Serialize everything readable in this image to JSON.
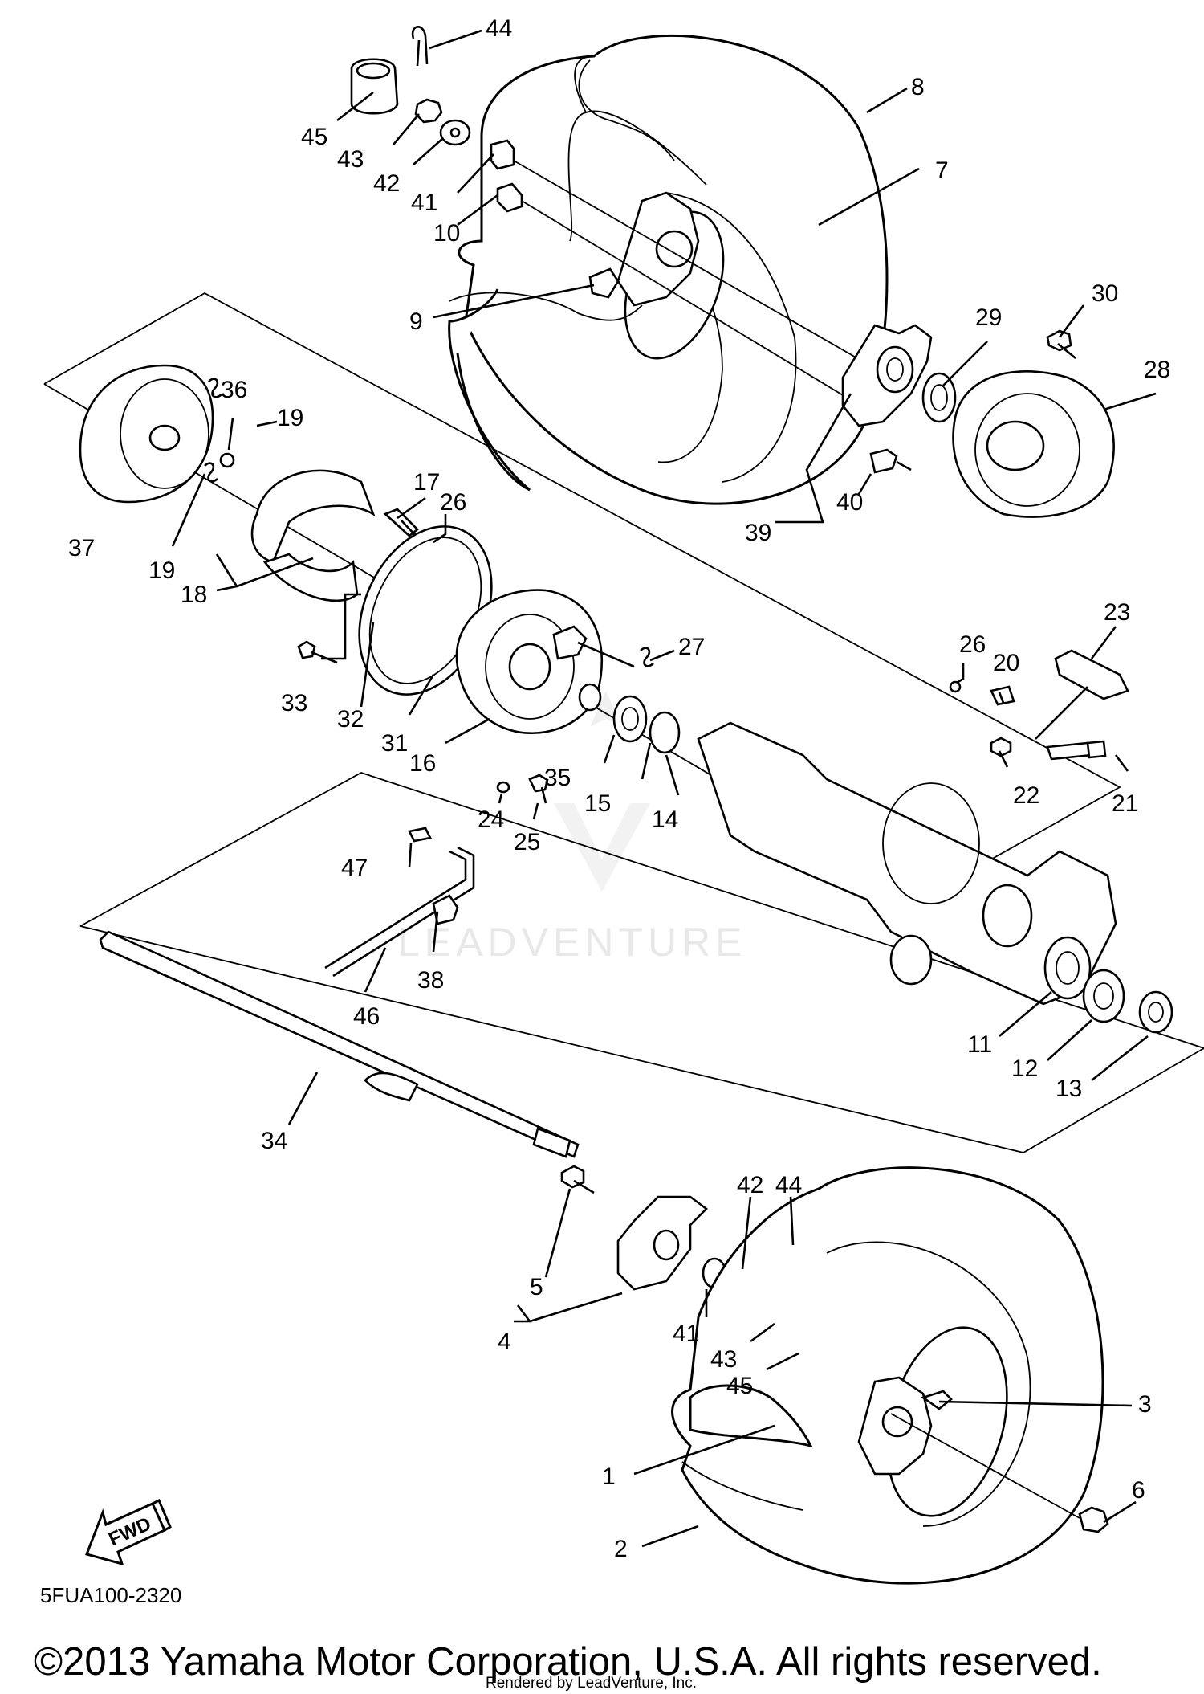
{
  "diagram_code": "5FUA100-2320",
  "copyright": "©2013 Yamaha Motor Corporation, U.S.A. All rights reserved.",
  "rendered_by": "Rendered by LeadVenture, Inc.",
  "watermark": "LEADVENTURE",
  "fwd_label": "FWD",
  "callouts": {
    "c44a": "44",
    "c45a": "45",
    "c43a": "43",
    "c42a": "42",
    "c41a": "41",
    "c10": "10",
    "c8": "8",
    "c7": "7",
    "c9": "9",
    "c29": "29",
    "c30": "30",
    "c28": "28",
    "c39": "39",
    "c40": "40",
    "c36": "36",
    "c19a": "19",
    "c19b": "19",
    "c37": "37",
    "c18": "18",
    "c17": "17",
    "c26a": "26",
    "c33": "33",
    "c32": "32",
    "c31": "31",
    "c16": "16",
    "c27": "27",
    "c35": "35",
    "c15": "15",
    "c14": "14",
    "c24": "24",
    "c25": "25",
    "c23": "23",
    "c26b": "26",
    "c20": "20",
    "c22": "22",
    "c21": "21",
    "c47": "47",
    "c38": "38",
    "c46": "46",
    "c11": "11",
    "c12": "12",
    "c13": "13",
    "c34": "34",
    "c42b": "42",
    "c44b": "44",
    "c5": "5",
    "c4": "4",
    "c41b": "41",
    "c43b": "43",
    "c45b": "45",
    "c3": "3",
    "c1": "1",
    "c2": "2",
    "c6": "6"
  },
  "icons": {
    "forward_arrow": "fwd-arrow-icon"
  }
}
